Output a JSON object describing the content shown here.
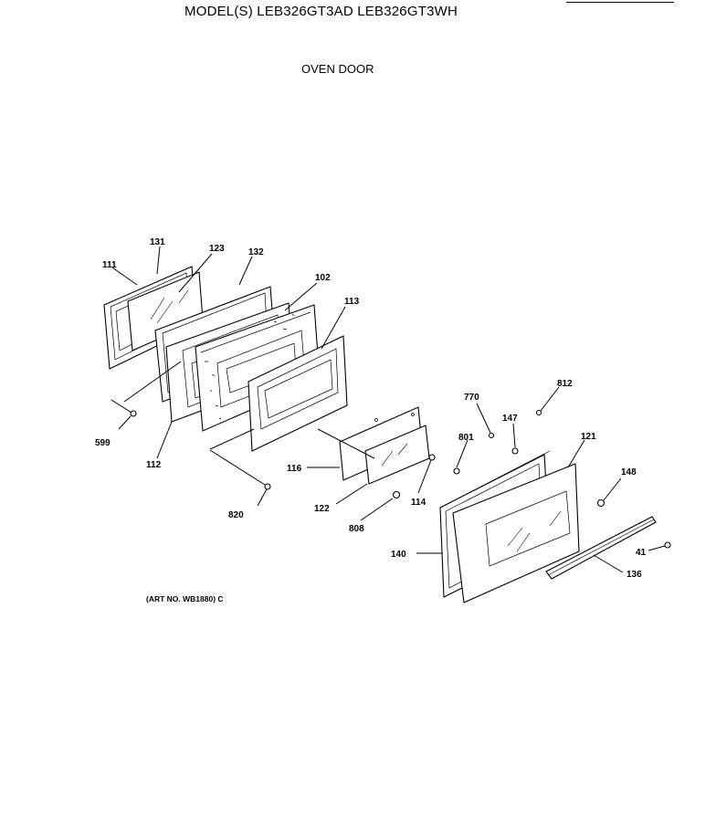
{
  "header": {
    "model_title": "MODEL(S) LEB326GT3AD  LEB326GT3WH",
    "section_title": "OVEN DOOR"
  },
  "footer": {
    "art_no": "(ART NO. WB1880) C"
  },
  "callouts": {
    "c111": "111",
    "c131": "131",
    "c123": "123",
    "c132": "132",
    "c102": "102",
    "c113": "113",
    "c599": "599",
    "c112": "112",
    "c116": "116",
    "c820": "820",
    "c122": "122",
    "c114": "114",
    "c808": "808",
    "c801": "801",
    "c770": "770",
    "c147": "147",
    "c812": "812",
    "c121": "121",
    "c148": "148",
    "c140": "140",
    "c41": "41",
    "c136": "136"
  }
}
